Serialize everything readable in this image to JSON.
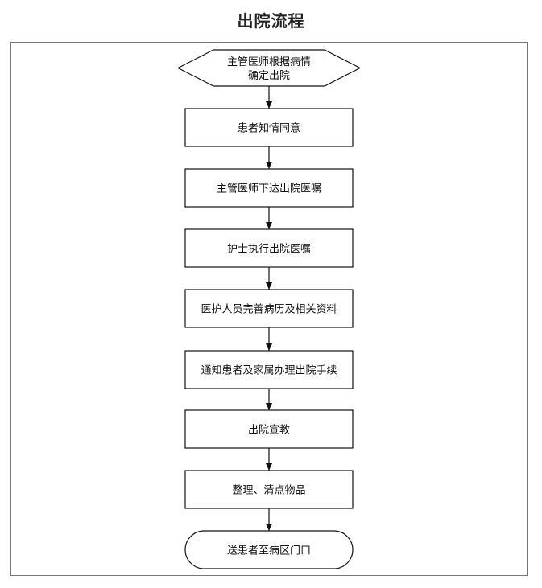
{
  "title": "出院流程",
  "nodes": [
    {
      "id": "n1",
      "shape": "hexagon",
      "lines": [
        "主管医师根据病情",
        "确定出院"
      ]
    },
    {
      "id": "n2",
      "shape": "rect",
      "lines": [
        "患者知情同意"
      ]
    },
    {
      "id": "n3",
      "shape": "rect",
      "lines": [
        "主管医师下达出院医嘱"
      ]
    },
    {
      "id": "n4",
      "shape": "rect",
      "lines": [
        "护士执行出院医嘱"
      ]
    },
    {
      "id": "n5",
      "shape": "rect",
      "lines": [
        "医护人员完善病历及相关资料"
      ]
    },
    {
      "id": "n6",
      "shape": "rect",
      "lines": [
        "通知患者及家属办理出院手续"
      ]
    },
    {
      "id": "n7",
      "shape": "rect",
      "lines": [
        "出院宣教"
      ]
    },
    {
      "id": "n8",
      "shape": "rect",
      "lines": [
        "整理、清点物品"
      ]
    },
    {
      "id": "n9",
      "shape": "terminal",
      "lines": [
        "送患者至病区门口"
      ]
    }
  ]
}
